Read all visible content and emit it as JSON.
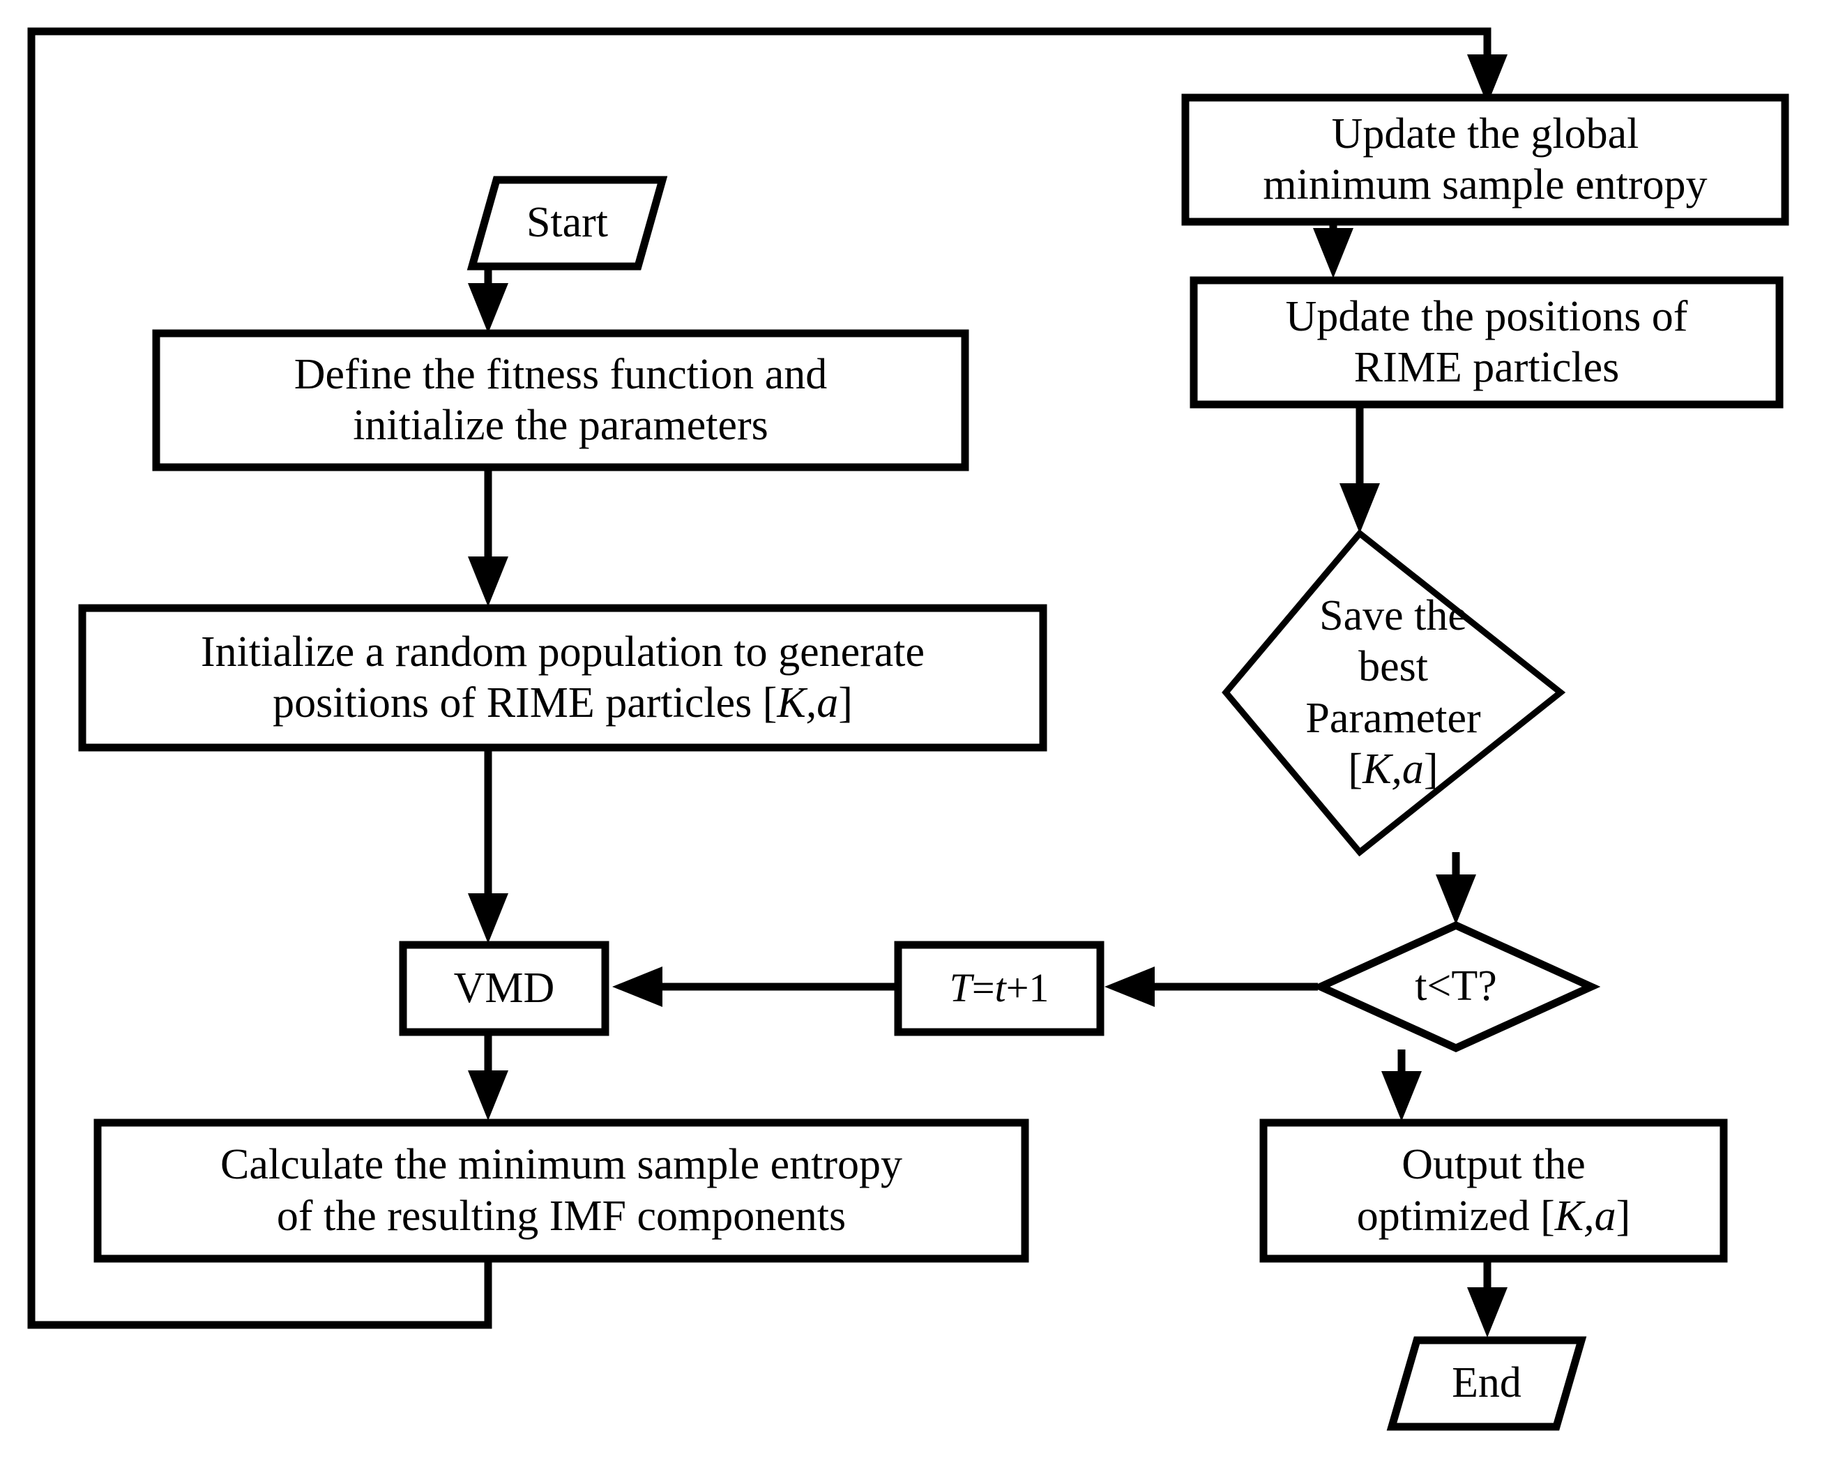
{
  "diagram": {
    "title": "RIME-VMD parameter optimization flowchart",
    "background_color": "#ffffff",
    "line_color": "#000000",
    "nodes": {
      "start": {
        "label": "Start",
        "shape": "parallelogram"
      },
      "define_fitness": {
        "label": "Define the fitness function and\ninitialize the parameters",
        "shape": "rectangle"
      },
      "init_population": {
        "line1": "Initialize a random population to generate",
        "line2_pre": "positions of RIME particles [",
        "line2_k": "K",
        "line2_comma": ",",
        "line2_a": "a",
        "line2_post": "]",
        "shape": "rectangle"
      },
      "vmd": {
        "label": "VMD",
        "shape": "rectangle"
      },
      "t_increment": {
        "pre": "",
        "t_upper": "T",
        "eq": "=",
        "t_lower": "t",
        "plus": "+1",
        "shape": "rectangle"
      },
      "calc_entropy": {
        "label": "Calculate the minimum sample entropy\nof the resulting IMF components",
        "shape": "rectangle"
      },
      "update_global": {
        "label": "Update the global\nminimum sample entropy",
        "shape": "rectangle"
      },
      "update_positions": {
        "label": "Update the positions of\nRIME particles",
        "shape": "rectangle"
      },
      "save_best": {
        "line1": "Save the",
        "line2": "best",
        "line3": "Parameter",
        "line4_pre": "[",
        "line4_k": "K",
        "line4_comma": ",",
        "line4_a": "a",
        "line4_post": "]",
        "shape": "diamond"
      },
      "condition": {
        "label": "t<T?",
        "shape": "diamond"
      },
      "output": {
        "line1": "Output the",
        "line2_pre": "optimized [",
        "line2_k": "K",
        "line2_comma": ",",
        "line2_a": "a",
        "line2_post": "]",
        "shape": "rectangle"
      },
      "end": {
        "label": "End",
        "shape": "parallelogram"
      }
    },
    "edges": [
      {
        "name": "start-to-define",
        "from": "start",
        "to": "define_fitness",
        "label": ""
      },
      {
        "name": "define-to-init",
        "from": "define_fitness",
        "to": "init_population",
        "label": ""
      },
      {
        "name": "init-to-vmd",
        "from": "init_population",
        "to": "vmd",
        "label": ""
      },
      {
        "name": "vmd-to-calc",
        "from": "vmd",
        "to": "calc_entropy",
        "label": ""
      },
      {
        "name": "calc-to-update-global-loop",
        "from": "calc_entropy",
        "to": "update_global",
        "label": ""
      },
      {
        "name": "update-global-to-update-positions",
        "from": "update_global",
        "to": "update_positions",
        "label": ""
      },
      {
        "name": "update-positions-to-save-best",
        "from": "update_positions",
        "to": "save_best",
        "label": ""
      },
      {
        "name": "save-best-to-condition",
        "from": "save_best",
        "to": "condition",
        "label": ""
      },
      {
        "name": "condition-yes-to-increment",
        "from": "condition",
        "to": "t_increment",
        "label": ""
      },
      {
        "name": "increment-to-vmd",
        "from": "t_increment",
        "to": "vmd",
        "label": ""
      },
      {
        "name": "condition-no-to-output",
        "from": "condition",
        "to": "output",
        "label": ""
      },
      {
        "name": "output-to-end",
        "from": "output",
        "to": "end",
        "label": ""
      }
    ]
  }
}
